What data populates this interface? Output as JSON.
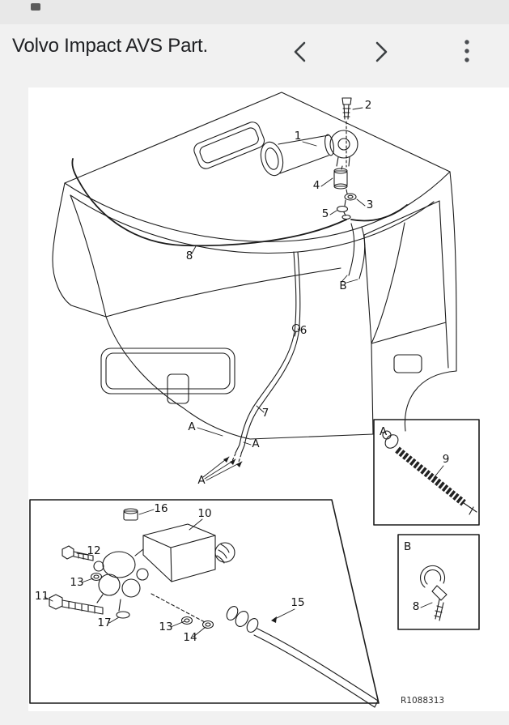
{
  "header": {
    "title": "Volvo Impact AVS Part.",
    "icons": {
      "prev": "chevron-left-icon",
      "next": "chevron-right-icon",
      "menu": "kebab-menu-icon"
    }
  },
  "diagram": {
    "ref_number": "R1088313",
    "labels": [
      "2",
      "1",
      "4",
      "3",
      "5",
      "8",
      "B",
      "6",
      "7",
      "A",
      "A",
      "A",
      "16",
      "10",
      "12",
      "13",
      "11",
      "17",
      "13",
      "14",
      "15",
      "9",
      "A",
      "B",
      "8"
    ],
    "colors": {
      "line": "#1c1c1c",
      "panel_background": "#ffffff",
      "page_background": "#f1f1f1"
    }
  }
}
